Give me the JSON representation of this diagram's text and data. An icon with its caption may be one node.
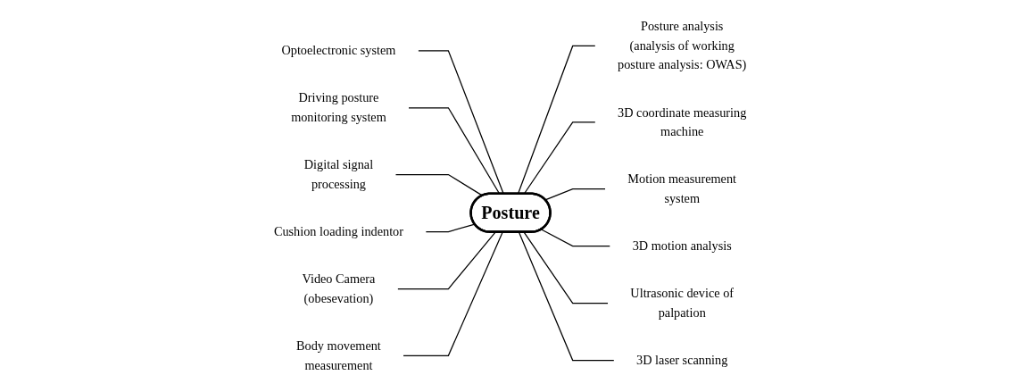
{
  "diagram": {
    "nodes": [
      {
        "text": [
          "Posture"
        ]
      },
      {
        "text": [
          "Optoelectronic system"
        ]
      },
      {
        "text": [
          "Driving posture monitoring system"
        ]
      },
      {
        "text": [
          "Digital signal processing"
        ]
      },
      {
        "text": [
          "Cushion loading indentor"
        ]
      },
      {
        "text": [
          "Video Camera (obesevation)"
        ]
      },
      {
        "text": [
          "Body movement measurement"
        ]
      },
      {
        "text": [
          "Posture analysis (analysis of working posture analysis: OWAS)"
        ]
      },
      {
        "text": [
          "3D coordinate measuring machine"
        ]
      },
      {
        "text": [
          "Motion measurement system"
        ]
      },
      {
        "text": [
          "3D motion analysis"
        ]
      },
      {
        "text": [
          "Ultrasonic device of palpation"
        ]
      },
      {
        "text": [
          "3D laser scanning"
        ]
      }
    ],
    "edges": [
      {
        "from": 1,
        "to": 0,
        "arrow": "none"
      },
      {
        "from": 2,
        "to": 0,
        "arrow": "none"
      },
      {
        "from": 3,
        "to": 0,
        "arrow": "none"
      },
      {
        "from": 4,
        "to": 0,
        "arrow": "none"
      },
      {
        "from": 5,
        "to": 0,
        "arrow": "none"
      },
      {
        "from": 6,
        "to": 0,
        "arrow": "none"
      },
      {
        "from": 0,
        "to": 7,
        "arrow": "none"
      },
      {
        "from": 0,
        "to": 8,
        "arrow": "none"
      },
      {
        "from": 0,
        "to": 9,
        "arrow": "none"
      },
      {
        "from": 0,
        "to": 10,
        "arrow": "none"
      },
      {
        "from": 0,
        "to": 11,
        "arrow": "none"
      },
      {
        "from": 0,
        "to": 12,
        "arrow": "none"
      }
    ]
  }
}
